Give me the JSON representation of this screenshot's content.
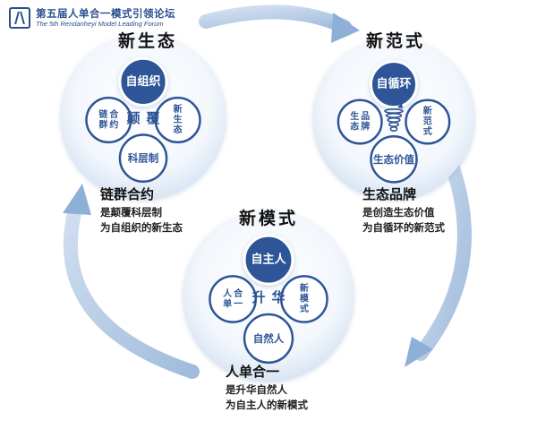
{
  "header": {
    "title_cn": "第五届人单合一模式引领论坛",
    "title_en": "The 5th Rendanheyi Model Leading Forum"
  },
  "clusters": [
    {
      "id": "ecology",
      "title": "新生态",
      "center": "颠覆",
      "top": "自组织",
      "left": "链群合约",
      "right": "新生态",
      "bottom": "科层制",
      "caption_bold": "链群合约",
      "caption_lines": [
        "是颠覆科层制",
        "为自组织的新生态"
      ]
    },
    {
      "id": "paradigm",
      "title": "新范式",
      "center": "",
      "top": "自循环",
      "left": "生态品牌",
      "right": "新范式",
      "bottom": "生态价值",
      "caption_bold": "生态品牌",
      "caption_lines": [
        "是创造生态价值",
        "为自循环的新范式"
      ]
    },
    {
      "id": "model",
      "title": "新模式",
      "center": "升华",
      "top": "自主人",
      "left": "人单合一",
      "right": "新模式",
      "bottom": "自然人",
      "caption_bold": "人单合一",
      "caption_lines": [
        "是升华自然人",
        "为自主人的新模式"
      ]
    }
  ],
  "colors": {
    "primary": "#2e5597",
    "light": "#dbe7f6",
    "ring": "#c9d9ef",
    "arrow": "#a9c2e0"
  }
}
